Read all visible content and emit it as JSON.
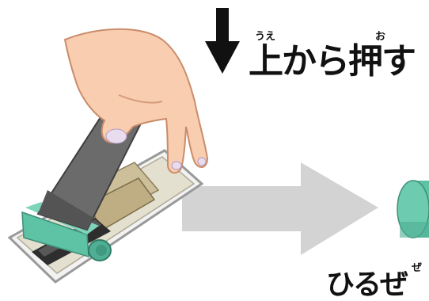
{
  "instruction": {
    "main_text": "上から押す",
    "ruby_ue": "うえ",
    "ruby_o": "お"
  },
  "bottom_text": {
    "ruby": "ぜ",
    "partial": "ひるぜ"
  },
  "icons": [
    "down-arrow-icon",
    "right-arrow-icon",
    "hand-illustration",
    "punch-device",
    "green-cylinder"
  ],
  "colors": {
    "arrow_dark": "#111111",
    "arrow_light": "#d3d3d3",
    "device_green": "#5ec2a5",
    "device_gray": "#6b6b6b",
    "plate": "#e6e2d3",
    "skin": "#f9cdb0"
  }
}
